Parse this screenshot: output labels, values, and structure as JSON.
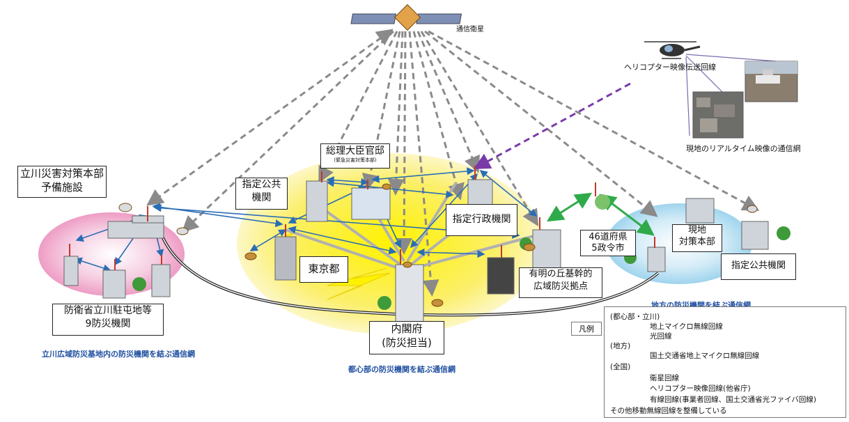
{
  "title_satellite": "通信衛星",
  "helicopter_label": "ヘリコプター映像伝送回線",
  "realtime_label": "現地のリアルタイム映像の通信網",
  "nodes": {
    "tachikawa_hq": [
      "立川災害対策本部",
      "予備施設"
    ],
    "kantei": "総理大臣官邸",
    "kantei_sub": "(緊急災害対策本部)",
    "public_org_left": [
      "指定公共",
      "機関"
    ],
    "admin_org": "指定行政機関",
    "tokyo": "東京都",
    "ariake": [
      "有明の丘基幹的",
      "広域防災拠点"
    ],
    "prefectures": [
      "46道府県",
      "5政令市"
    ],
    "local_hq": [
      "現地",
      "対策本部"
    ],
    "public_org_right": "指定公共機関",
    "cabinet_office": [
      "内閣府",
      "(防災担当)"
    ],
    "defense": [
      "防衛省立川駐屯地等",
      "9防災機関"
    ]
  },
  "captions": {
    "tachikawa": "立川広域防災基地内の防災機関を結ぶ通信網",
    "central": "都心部の防災機関を結ぶ通信網",
    "regional": "地方の防災機関を結ぶ通信網"
  },
  "legend": {
    "tag": "凡例",
    "group1": "(都心部・立川)",
    "micro": "地上マイクロ無線回線",
    "optical": "光回線",
    "group2": "(地方)",
    "mlit_micro": "国土交通省地上マイクロ無線回線",
    "group3": "(全国)",
    "satellite": "衛星回線",
    "heli": "ヘリコプター映像回線(他省庁)",
    "wired": "有線回線(事業者回線、国土交通省光ファイバ回線)",
    "other": "その他移動無線回線を整備している"
  },
  "colors": {
    "micro": "#2a6db5",
    "optical": "#b0b0b0",
    "mlit": "#2faa4a",
    "satellite": "#8a8a8a",
    "heli": "#7a3aa8",
    "wired": "#222222",
    "caption": "#1f4fa0"
  }
}
